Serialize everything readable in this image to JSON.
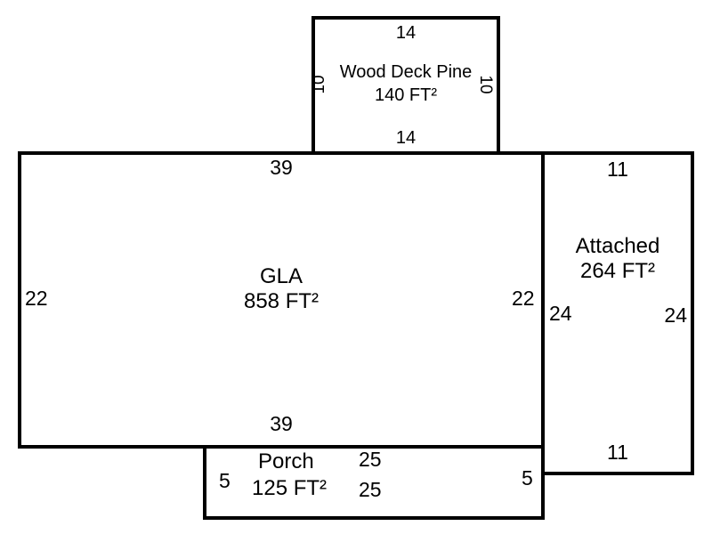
{
  "colors": {
    "background": "#ffffff",
    "line": "#000000",
    "text": "#000000"
  },
  "rooms": {
    "wood_deck": {
      "name": "Wood Deck Pine",
      "area": "140 FT²",
      "dim_top": "14",
      "dim_bottom": "14",
      "dim_left": "10",
      "dim_right": "10"
    },
    "gla": {
      "name": "GLA",
      "area": "858 FT²",
      "dim_top": "39",
      "dim_bottom": "39",
      "dim_left": "22",
      "dim_right": "22"
    },
    "attached": {
      "name": "Attached",
      "area": "264 FT²",
      "dim_top": "11",
      "dim_bottom": "11",
      "dim_left": "24",
      "dim_right": "24"
    },
    "porch": {
      "name": "Porch",
      "area": "125 FT²",
      "dim_top": "25",
      "dim_bottom": "25",
      "dim_left": "5",
      "dim_right": "5"
    }
  }
}
